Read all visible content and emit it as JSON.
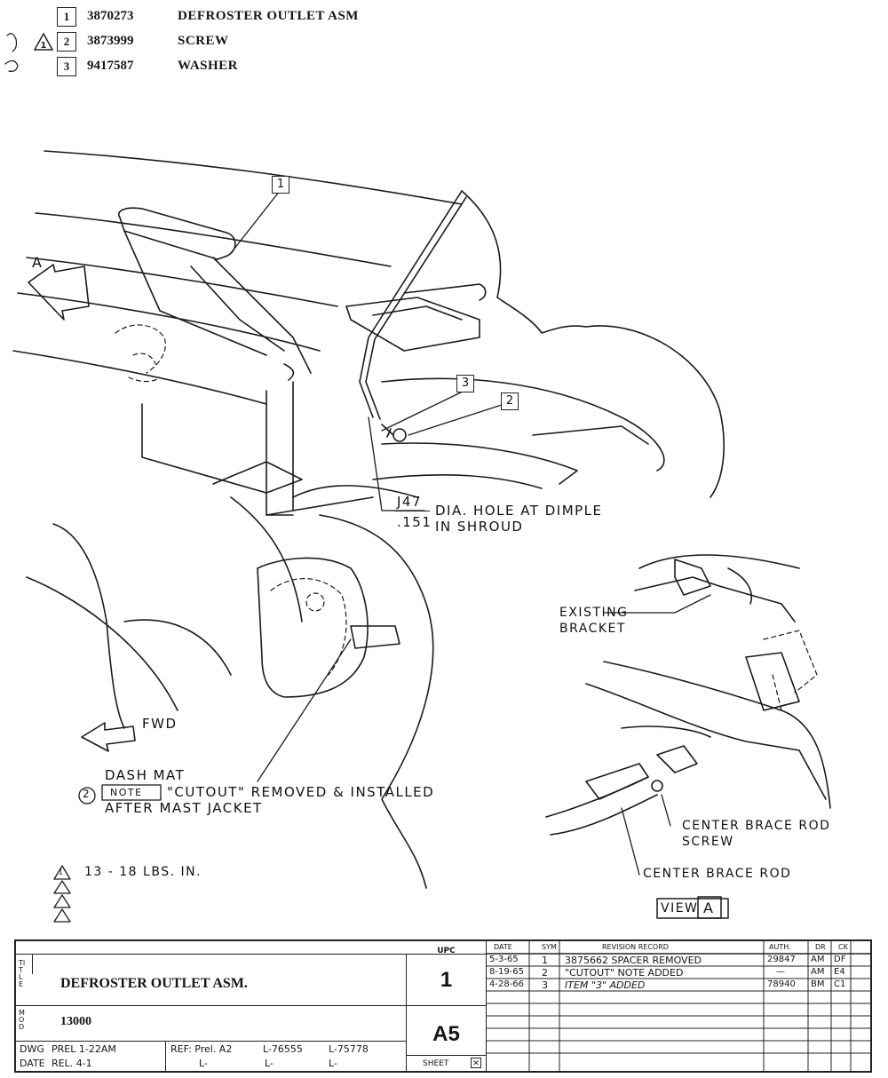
{
  "parts_list": [
    {
      "item": "1",
      "part_no": "3870273",
      "description": "DEFROSTER OUTLET ASM"
    },
    {
      "item": "2",
      "part_no": "3873999",
      "description": "SCREW"
    },
    {
      "item": "3",
      "part_no": "9417587",
      "description": "WASHER"
    }
  ],
  "callouts": {
    "c1": "1",
    "c2": "2",
    "c3": "3",
    "view_letter": "A"
  },
  "notes": {
    "hole_top": "J47",
    "hole_bottom": ".151",
    "hole_text_1": "DIA. HOLE AT DIMPLE",
    "hole_text_2": "IN SHROUD",
    "fwd": "FWD",
    "dash_mat": "DASH MAT",
    "note_circle": "2",
    "note_box": "NOTE",
    "note_text_1": "\"CUTOUT\" REMOVED & INSTALLED",
    "note_text_2": "AFTER MAST JACKET",
    "torque": "13 - 18 LBS. IN.",
    "torque_tri": "1",
    "existing_bracket_1": "EXISTING",
    "existing_bracket_2": "BRACKET",
    "center_brace_rod_screw_1": "CENTER BRACE ROD",
    "center_brace_rod_screw_2": "SCREW",
    "center_brace_rod": "CENTER BRACE ROD",
    "view_label": "VIEW",
    "arrow_a": "A"
  },
  "title_block": {
    "title_label": "TITLE",
    "title": "DEFROSTER OUTLET ASM.",
    "model_label": "MOD",
    "model": "13000",
    "upc_label": "UPC",
    "upc": "1",
    "sheet_code": "A5",
    "sheet_label": "SHEET",
    "dwg_label": "DWG",
    "dwg_value": "PREL 1-22AM",
    "date_label": "DATE",
    "date_value": "REL. 4-1",
    "ref_label": "REF: Prel. A2",
    "ref_1": "L-76555",
    "ref_2": "L-75778",
    "ref_l1": "L-",
    "ref_l2": "L-",
    "ref_l3": "L-"
  },
  "revision_headers": {
    "date": "DATE",
    "sym": "SYM",
    "record": "REVISION RECORD",
    "auth": "AUTH.",
    "dr": "DR",
    "ck": "CK"
  },
  "revisions": [
    {
      "date": "5-3-65",
      "sym": "1",
      "record": "3875662 SPACER REMOVED",
      "auth": "29847",
      "dr": "AM",
      "ck": "DF"
    },
    {
      "date": "8-19-65",
      "sym": "2",
      "record": "\"CUTOUT\" NOTE ADDED",
      "auth": "—",
      "dr": "AM",
      "ck": "E4"
    },
    {
      "date": "4-28-66",
      "sym": "3",
      "record": "ITEM \"3\" ADDED",
      "auth": "78940",
      "dr": "BM",
      "ck": "C1"
    }
  ]
}
